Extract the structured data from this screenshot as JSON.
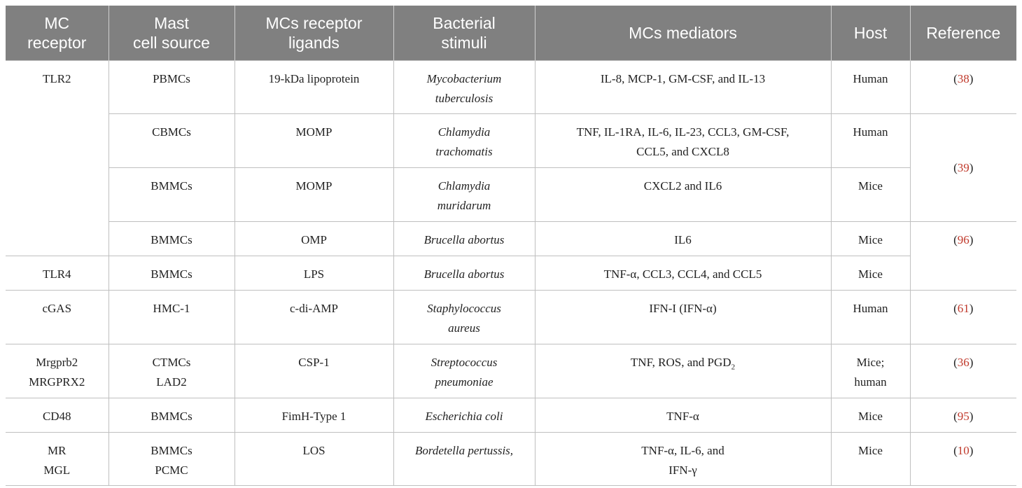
{
  "table": {
    "headers": [
      {
        "l1": "MC",
        "l2": "receptor"
      },
      {
        "l1": "Mast",
        "l2": "cell source"
      },
      {
        "l1": "MCs receptor",
        "l2": "ligands"
      },
      {
        "l1": "Bacterial",
        "l2": "stimuli"
      },
      {
        "l1": "MCs mediators",
        "l2": ""
      },
      {
        "l1": "Host",
        "l2": ""
      },
      {
        "l1": "Reference",
        "l2": ""
      }
    ],
    "receptors": {
      "tlr2": "TLR2",
      "tlr4": "TLR4",
      "cgas": "cGAS",
      "mrgprb2": "Mrgprb2",
      "mrgprx2": "MRGPRX2",
      "cd48": "CD48",
      "mr": "MR",
      "mgl": "MGL"
    },
    "sources": {
      "r1": "PBMCs",
      "r2": "CBMCs",
      "r3": "BMMCs",
      "r4": "BMMCs",
      "r5": "BMMCs",
      "r6": "HMC-1",
      "r7a": "CTMCs",
      "r7b": "LAD2",
      "r8": "BMMCs",
      "r9a": "BMMCs",
      "r9b": "PCMC"
    },
    "ligands": {
      "r1": "19-kDa lipoprotein",
      "r2": "MOMP",
      "r3": "MOMP",
      "r4": "OMP",
      "r5": "LPS",
      "r6": "c-di-AMP",
      "r7": "CSP-1",
      "r8": "FimH-Type 1",
      "r9": "LOS"
    },
    "stimuli": {
      "r1a": "Mycobacterium",
      "r1b": "tuberculosis",
      "r2a": "Chlamydia",
      "r2b": "trachomatis",
      "r3a": "Chlamydia",
      "r3b": "muridarum",
      "r4": "Brucella abortus",
      "r5": "Brucella abortus",
      "r6a": "Staphylococcus",
      "r6b": "aureus",
      "r7a": "Streptococcus",
      "r7b": "pneumoniae",
      "r8": "Escherichia coli",
      "r9": "Bordetella pertussis,"
    },
    "mediators": {
      "r1": "IL-8, MCP-1, GM-CSF, and IL-13",
      "r2a": "TNF, IL-1RA, IL-6, IL-23, CCL3, GM-CSF,",
      "r2b": "CCL5, and CXCL8",
      "r3": "CXCL2 and IL6",
      "r4": "IL6",
      "r5": "TNF-α, CCL3, CCL4, and CCL5",
      "r6": "IFN-I (IFN-α)",
      "r7_prefix": "TNF, ROS, and PGD",
      "r7_sub": "2",
      "r8": "TNF-α",
      "r9a": "TNF-α, IL-6, and",
      "r9b": "IFN-γ"
    },
    "hosts": {
      "r1": "Human",
      "r2": "Human",
      "r3": "Mice",
      "r4": "Mice",
      "r5": "Mice",
      "r6": "Human",
      "r7a": "Mice;",
      "r7b": "human",
      "r8": "Mice",
      "r9": "Mice"
    },
    "references": {
      "r1": "38",
      "r23": "39",
      "r45": "96",
      "r6": "61",
      "r7": "36",
      "r8": "95",
      "r9": "10"
    },
    "paren_open": "(",
    "paren_close": ")"
  }
}
